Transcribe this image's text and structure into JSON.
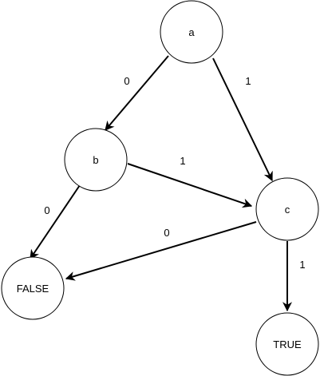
{
  "diagram": {
    "nodes": [
      {
        "id": "a",
        "label": "a"
      },
      {
        "id": "b",
        "label": "b"
      },
      {
        "id": "c",
        "label": "c"
      },
      {
        "id": "false",
        "label": "FALSE"
      },
      {
        "id": "true",
        "label": "TRUE"
      }
    ],
    "edges": [
      {
        "from": "a",
        "to": "b",
        "label": "0"
      },
      {
        "from": "a",
        "to": "c",
        "label": "1"
      },
      {
        "from": "b",
        "to": "false",
        "label": "0"
      },
      {
        "from": "b",
        "to": "c",
        "label": "1"
      },
      {
        "from": "c",
        "to": "false",
        "label": "0"
      },
      {
        "from": "c",
        "to": "true",
        "label": "1"
      }
    ],
    "colors": {
      "stroke": "#000000",
      "fill": "#ffffff",
      "text": "#000000"
    }
  }
}
